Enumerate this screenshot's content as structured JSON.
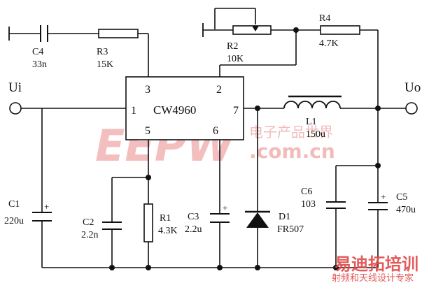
{
  "chip": {
    "name": "CW4960",
    "pins": {
      "p1": "1",
      "p2": "2",
      "p3": "3",
      "p5": "5",
      "p6": "6",
      "p7": "7"
    }
  },
  "terminals": {
    "input": "Ui",
    "output": "Uo"
  },
  "components": {
    "c4": {
      "ref": "C4",
      "value": "33n"
    },
    "r3": {
      "ref": "R3",
      "value": "15K"
    },
    "r2": {
      "ref": "R2",
      "value": "10K"
    },
    "r4": {
      "ref": "R4",
      "value": "4.7K"
    },
    "l1": {
      "ref": "L1",
      "value": "150u"
    },
    "c1": {
      "ref": "C1",
      "value": "220u"
    },
    "c2": {
      "ref": "C2",
      "value": "2.2n"
    },
    "r1": {
      "ref": "R1",
      "value": "4.3K"
    },
    "c3": {
      "ref": "C3",
      "value": "2.2u"
    },
    "d1": {
      "ref": "D1",
      "value": "FR507"
    },
    "c6": {
      "ref": "C6",
      "value": "103"
    },
    "c5": {
      "ref": "C5",
      "value": "470u"
    },
    "polarity_mark": "+"
  },
  "watermarks": {
    "eepw_logo": "EEPW",
    "eepw_cn": "电子产品世界",
    "eepw_url": ".com.cn",
    "bottom_logo": "易迪拓培训",
    "bottom_sub": "射频和天线设计专家"
  },
  "colors": {
    "wire": "#111111",
    "watermark_red": "#e24a4a",
    "watermark_pink": "#f2b3b3"
  }
}
